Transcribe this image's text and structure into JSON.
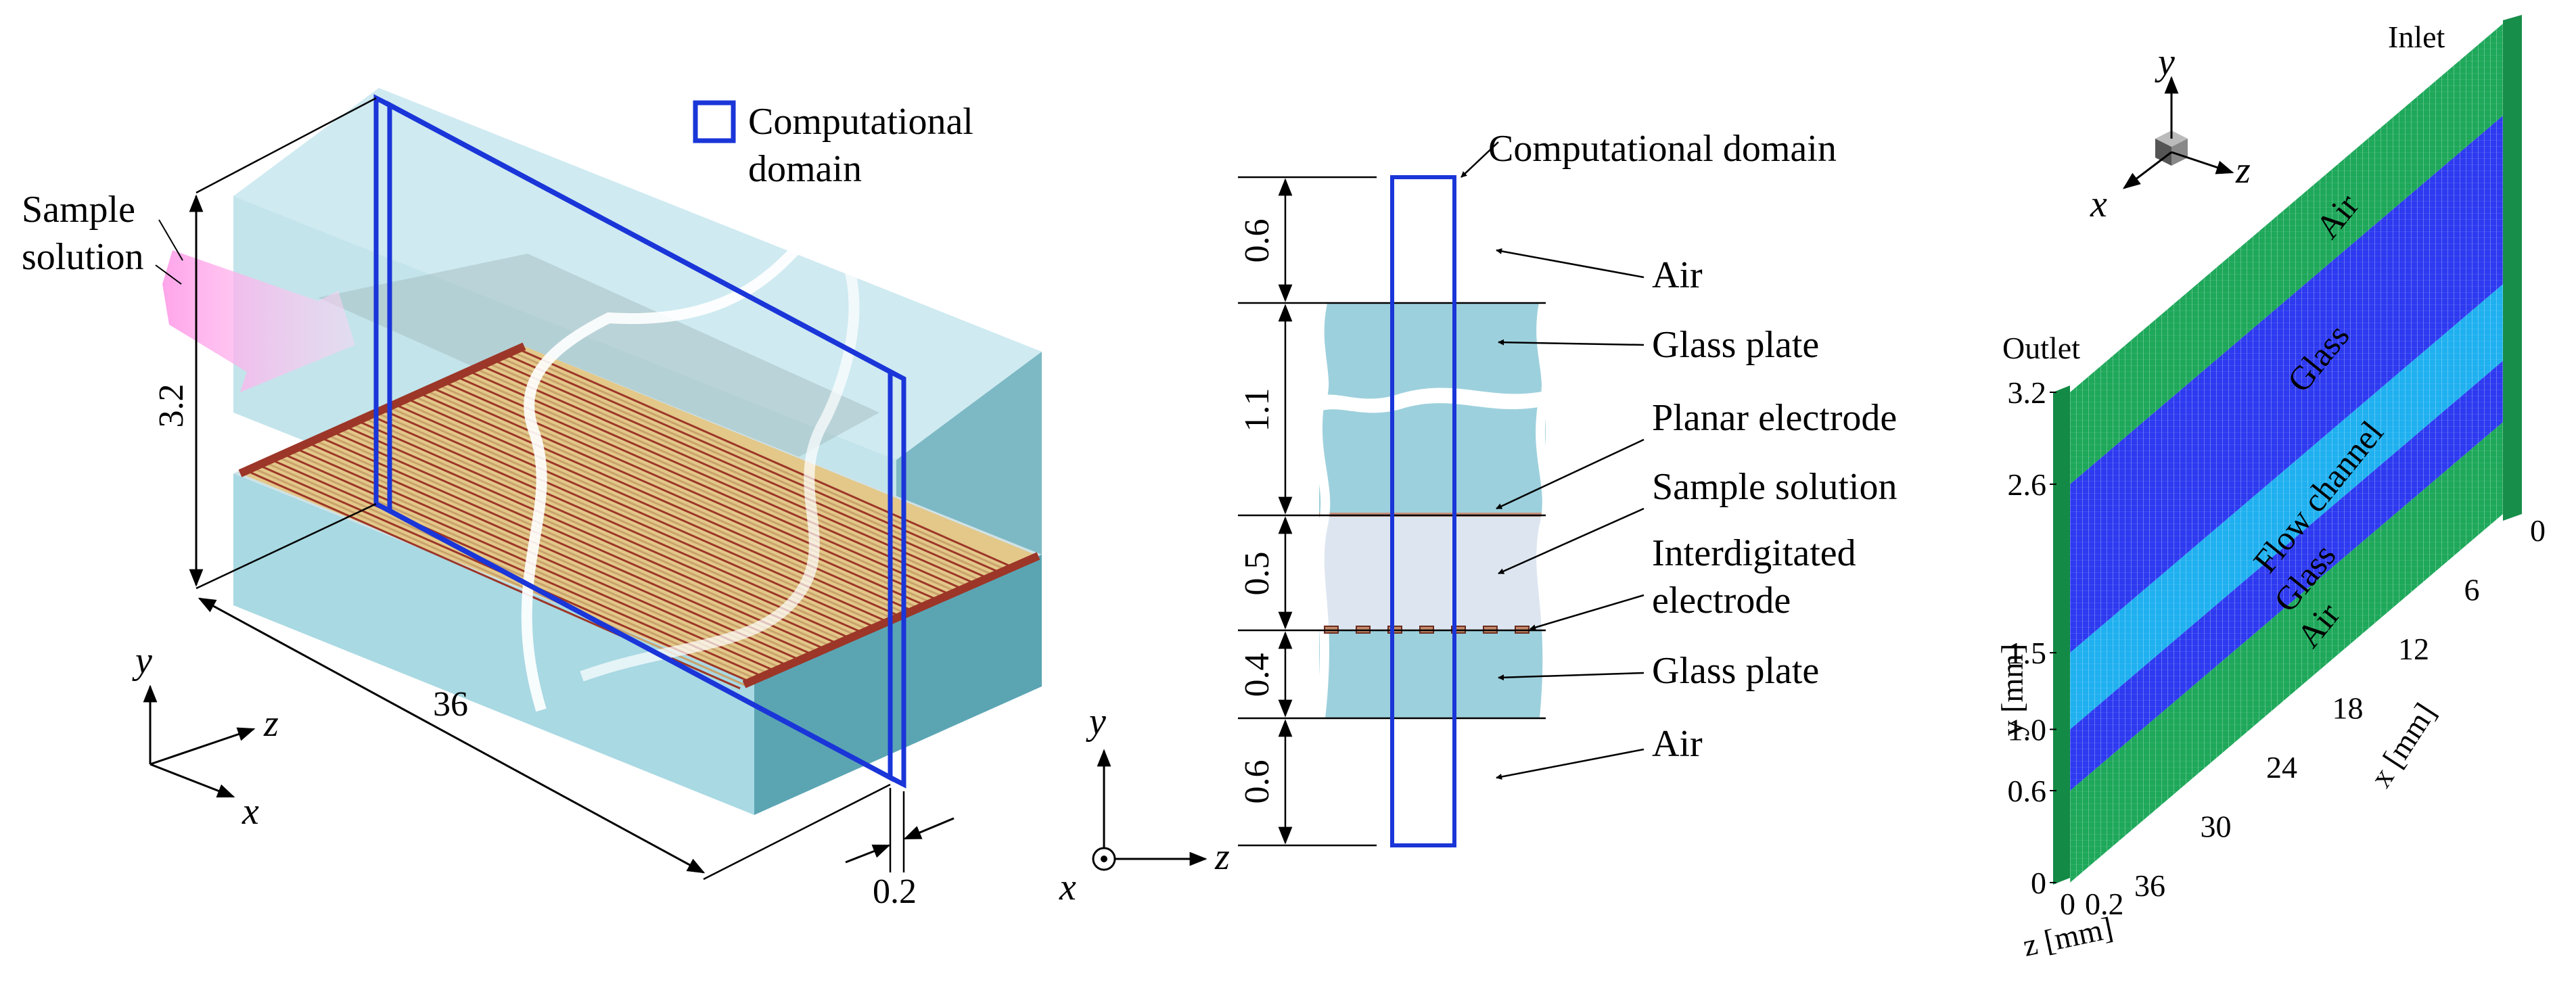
{
  "colors": {
    "domain_blue": "#1a35d8",
    "glass": "#a9d9e3",
    "glass_side": "#5ba5b3",
    "electrode": "#9c3628",
    "electrode_gold": "#e3c889",
    "solution": "#dde6f0",
    "air_green": "#1ea85a",
    "glass_blue": "#2d3af0",
    "channel_cyan": "#1fb0f0"
  },
  "panel_a": {
    "legend_label_line1": "Computational",
    "legend_label_line2": "domain",
    "sample_label_line1": "Sample",
    "sample_label_line2": "solution",
    "dim_height": "3.2",
    "dim_length": "36",
    "dim_width": "0.2",
    "axis_y": "y",
    "axis_z": "z",
    "axis_x": "x"
  },
  "panel_b": {
    "title": "Computational domain",
    "labels": {
      "air_top": "Air",
      "glass_top": "Glass plate",
      "planar": "Planar electrode",
      "sample": "Sample solution",
      "inter_line1": "Interdigitated",
      "inter_line2": "electrode",
      "glass_bottom": "Glass plate",
      "air_bottom": "Air"
    },
    "dims": [
      "0.6",
      "1.1",
      "0.5",
      "0.4",
      "0.6"
    ],
    "axis_y": "y",
    "axis_z": "z",
    "axis_x": "x"
  },
  "panel_c": {
    "inlet": "Inlet",
    "outlet": "Outlet",
    "layers": [
      "Air",
      "Glass",
      "Flow channel",
      "Glass",
      "Air"
    ],
    "y_axis_label": "y [mm]",
    "y_ticks": [
      "3.2",
      "2.6",
      "1.5",
      "1.0",
      "0.6",
      "0"
    ],
    "x_axis_label": "x [mm]",
    "x_ticks": [
      "0",
      "6",
      "12",
      "18",
      "24",
      "30",
      "36"
    ],
    "z_axis_label": "z [mm]",
    "z_ticks": [
      "0",
      "0.2"
    ],
    "triad_y": "y",
    "triad_z": "z",
    "triad_x": "x"
  }
}
